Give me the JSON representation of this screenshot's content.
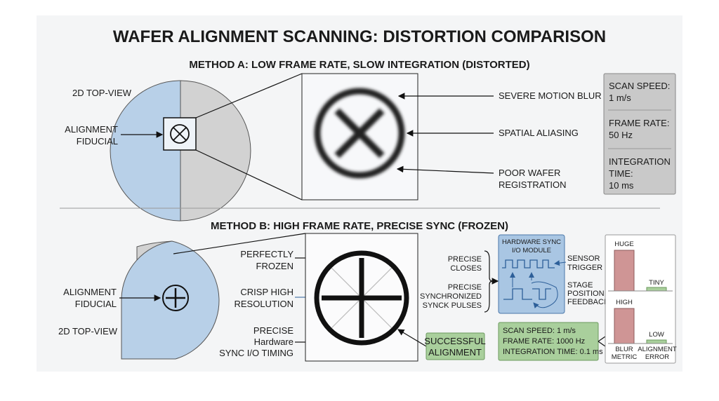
{
  "title": "WAFER ALIGNMENT SCANNING: DISTORTION COMPARISON",
  "method_a": {
    "heading": "METHOD A: LOW FRAME RATE, SLOW INTEGRATION (DISTORTED)",
    "view_label": "2D TOP-VIEW",
    "fiducial_label": [
      "ALIGNMENT",
      "FIDUCIAL"
    ],
    "callouts": {
      "blur": "SEVERE MOTION BLUR",
      "aliasing": "SPATIAL ALIASING",
      "registration": [
        "POOR WAFER",
        "REGISTRATION"
      ]
    },
    "stats": {
      "scan_speed": [
        "SCAN SPEED:",
        "1 m/s"
      ],
      "frame_rate": [
        "FRAME RATE:",
        "50 Hz"
      ],
      "integration": [
        "INTEGRATION",
        "TIME:",
        "10 ms"
      ]
    }
  },
  "method_b": {
    "heading": "METHOD B: HIGH FRAME RATE, PRECISE SYNC (FROZEN)",
    "view_label": "2D TOP-VIEW",
    "fiducial_label": [
      "ALIGNMENT",
      "FIDUCIAL"
    ],
    "left_callouts": {
      "frozen": [
        "PERFECTLY",
        "FROZEN"
      ],
      "crisp": [
        "CRISP HIGH",
        "RESOLUTION"
      ],
      "timing": [
        "PRECISE",
        "Hardware",
        "SYNC I/O TIMING"
      ]
    },
    "right_callouts": {
      "closes": [
        "PRECISE",
        "CLOSES"
      ],
      "pulses": [
        "PRECISE",
        "SYNCHRONIZED",
        "SYNCK PULSES"
      ]
    },
    "module": {
      "title": [
        "HARDWARE SYNC",
        "I/O MODULE"
      ],
      "sensor": [
        "SENSOR",
        "TRIGGER"
      ],
      "feedback": [
        "STAGE",
        "POSITION",
        "FEEDBACK"
      ]
    },
    "success": [
      "SUCCESSFUL",
      "ALIGNMENT"
    ],
    "stats": [
      "SCAN SPEED: 1 m/s",
      "FRAME RATE: 1000 Hz",
      "INTEGRATION TIME: 0.1 ms"
    ],
    "comparison": {
      "top": {
        "blur": "HUGE",
        "error": "TINY"
      },
      "bottom": {
        "blur": "HIGH",
        "error": "LOW"
      },
      "axis": {
        "blur": [
          "BLUR",
          "METRIC"
        ],
        "error": [
          "ALIGNMENT",
          "ERROR"
        ]
      }
    }
  },
  "colors": {
    "blue": "#b8d0e8",
    "gray": "#d2d2d2",
    "green": "#a9cf9c",
    "red": "#cf9595"
  }
}
